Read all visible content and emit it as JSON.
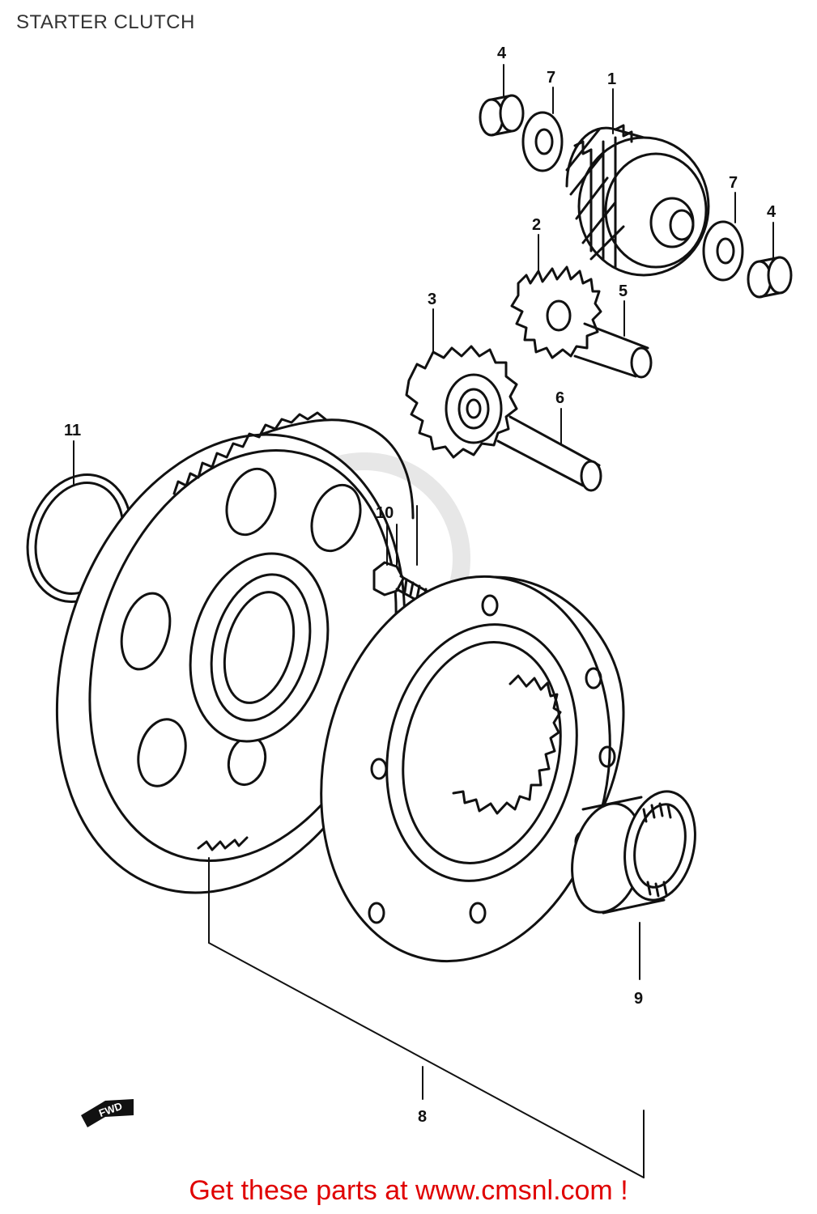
{
  "header": {
    "title": "STARTER CLUTCH"
  },
  "callouts": {
    "c1": "1",
    "c2": "2",
    "c3": "3",
    "c4a": "4",
    "c4b": "4",
    "c5": "5",
    "c6": "6",
    "c7a": "7",
    "c7b": "7",
    "c8": "8",
    "c9": "9",
    "c10": "10",
    "c11": "11"
  },
  "fwd_arrow": {
    "label": "FWD"
  },
  "footer": {
    "link_text": "Get these parts at www.cmsnl.com !"
  },
  "colors": {
    "line": "#111111",
    "footer": "#e00000",
    "title": "#333333"
  }
}
